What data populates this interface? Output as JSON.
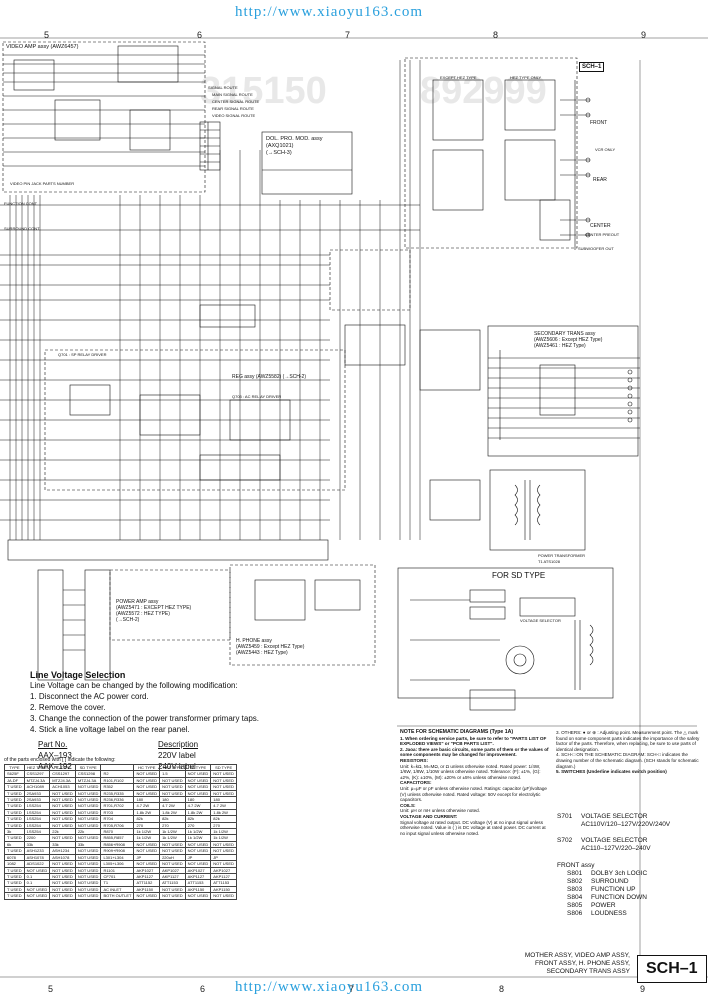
{
  "watermark": {
    "url": "http://www.xiaoyu163.com"
  },
  "grid_top": [
    "5",
    "6",
    "7",
    "8",
    "9"
  ],
  "grid_bottom": [
    "5",
    "6",
    "7",
    "8",
    "9"
  ],
  "sections": {
    "video_amp": "VIDEO AMP assy (AWZ6457)",
    "video_pin_jack": "VIDEO PIN JACK PARTS NUMBER",
    "function_cont": "FUNCTION CONT",
    "surround_cont": "SURROUND CONT",
    "signal_route": {
      "title": "SIGNAL ROUTE",
      "items": [
        "MAIN SIGNAL ROUTE",
        "CENTER SIGNAL ROUTE",
        "REAR SIGNAL ROUTE",
        "VIDEO SIGNAL ROUTE"
      ]
    },
    "dol_pro": {
      "line1": "DOL. PRO. MOD. assy",
      "line2": "(AXQ1021)",
      "line3": "(→SCH-3)"
    },
    "sch1_tag": "SCH–1",
    "speaker_labels": [
      "FRONT",
      "REAR",
      "CENTER",
      "SUBWOOFER OUT"
    ],
    "hez_labels": [
      "EXCEPT HEZ TYPE",
      "HEZ TYPE ONLY"
    ],
    "vcr_only": "VCR ONLY",
    "center_preout": "CENTER PREOUT",
    "sp_relay": "Q701 : SP RELAY DRIVER",
    "reg_assy": "REG assy (AWZ5582) (→SCH-2)",
    "ac_driver": "Q703 : AC REL AY DRIVER",
    "secondary_trans": {
      "line1": "SECONDARY TRANS assy",
      "line2": "(AWZ5606 : Except HEZ Type)",
      "line3": "(AWZ5461 : HEZ Type)"
    },
    "power_transformer": {
      "line1": "POWER TRANSFORMER",
      "line2": "T1 ATS1028"
    },
    "for_sd_type": "FOR SD TYPE",
    "voltage_selector": "VOLTAGE SELECTOR",
    "power_amp": {
      "line1": "POWER AMP assy",
      "line2": "(AWZ5471 : EXCEPT HEZ TYPE)",
      "line3": "(AWZ5572 : HEZ TYPE)",
      "line4": "(→SCH-2)"
    },
    "h_phone": {
      "line1": "H. PHONE assy",
      "line2": "(AWZ5459 : Except HEZ Type)",
      "line3": "(AWZ5443 : HEZ Type)"
    }
  },
  "line_voltage": {
    "title": "Line Voltage Selection",
    "intro": "Line Voltage can be changed by the following modification:",
    "steps": [
      "1. Disconnect the AC power cord.",
      "2. Remove the cover.",
      "3. Change the connection of the power transformer primary taps.",
      "4. Stick a line voltage label on the rear panel."
    ],
    "col_part": "Part No.",
    "col_desc": "Description",
    "rows": [
      {
        "part": "AAX–193",
        "desc": "220V label"
      },
      {
        "part": "AAX–192",
        "desc": "240V label"
      }
    ]
  },
  "parts_caption": "of the parts enclosed with [  ] indicate the following:",
  "parts_headers": [
    "TYPE",
    "HEZ TYPE",
    "HL TYPE",
    "SD TYPE",
    "",
    "HC TYPE",
    "HEZ TYPE",
    "HL TYPE",
    "SD TYPE"
  ],
  "parts_rows": [
    [
      "S625F",
      "CSS1297",
      "CSS1297",
      "CSS1298",
      "R2",
      "NOT USED",
      "1.5",
      "NOT USED",
      "NOT USED"
    ],
    [
      "JA.DF",
      "MTZJ4.3A",
      "MTZJ4.3A",
      "MTZJ4.3A",
      "R101,R102",
      "NOT USED",
      "NOT USED",
      "NOT USED",
      "NOT USED"
    ],
    [
      "T USED",
      "ACH1089",
      "ACH1053",
      "NOT USED",
      "R352",
      "NOT USED",
      "NOT USED",
      "NOT USED",
      "NOT USED"
    ],
    [
      "T USED",
      "2SA933",
      "NOT USED",
      "NOT USED",
      "R235,R335",
      "NOT USED",
      "NOT USED",
      "NOT USED",
      "NOT USED"
    ],
    [
      "T USED",
      "2SA933",
      "NOT USED",
      "NOT USED",
      "R236,R336",
      "180",
      "180",
      "180",
      "180"
    ],
    [
      "T USED",
      "1SS254",
      "NOT USED",
      "NOT USED",
      "R701,R702",
      "4.7 2W",
      "4.7 2W",
      "4.7 2W",
      "4.7 2W"
    ],
    [
      "T USED",
      "1SS254",
      "NOT USED",
      "NOT USED",
      "R703",
      "1.8k 2W",
      "1.8k 2W",
      "1.8k 2W",
      "1.8k 2W"
    ],
    [
      "T USED",
      "1SS254",
      "NOT USED",
      "NOT USED",
      "R704",
      "82k",
      "82k",
      "82k",
      "82k"
    ],
    [
      "T USED",
      "1SS254",
      "NOT USED",
      "NOT USED",
      "R705,R706",
      "270",
      "270",
      "270",
      "270"
    ],
    [
      "3k",
      "1SS254",
      "22k",
      "22k",
      "R870",
      "1k 1/2W",
      "1k 1/2W",
      "1k 1/2W",
      "1k 1/2W"
    ],
    [
      "T USED",
      "2200",
      "NOT USED",
      "NOT USED",
      "R855,R857",
      "1k 1/2W",
      "1k 1/2W",
      "1k 1/2W",
      "1k 1/2W"
    ],
    [
      "6k",
      "33k",
      "33k",
      "33k",
      "R856+R908",
      "NOT USED",
      "NOT USED",
      "NOT USED",
      "NOT USED"
    ],
    [
      "T USED",
      "ASH1233",
      "ASH1234",
      "NOT USED",
      "R909+R908",
      "NOT USED",
      "NOT USED",
      "NOT USED",
      "NOT USED"
    ],
    [
      "6078",
      "ASH1078",
      "ASH1078",
      "NOT USED",
      "L301+L304",
      "JP",
      "220uH",
      "JP",
      "JP"
    ],
    [
      "1082",
      "ADS1022",
      "NOT USED",
      "NOT USED",
      "L305+L306",
      "NOT USED",
      "NOT USED",
      "NOT USED",
      "NOT USED"
    ],
    [
      "T USED",
      "NOT USED",
      "NOT USED",
      "NOT USED",
      "R1101",
      "AKP1027",
      "AKP1027",
      "AKP1027",
      "AKP1027"
    ],
    [
      "T USED",
      "0.1",
      "NOT USED",
      "NOT USED",
      "CF701",
      "AKP1127",
      "AKP1127",
      "AKP1127",
      "AKP1127"
    ],
    [
      "T USED",
      "0.1",
      "NOT USED",
      "NOT USED",
      "T1",
      "ATT1152",
      "ATT1153",
      "ATT1153",
      "ATT1153"
    ],
    [
      "T USED",
      "NOT USED",
      "NOT USED",
      "NOT USED",
      "AC INLET",
      "AKP1150",
      "NOT USED",
      "AKP1150",
      "AKP1150"
    ],
    [
      "T USED",
      "NOT USED",
      "NOT USED",
      "NOT USED",
      "BOTH OUTLET",
      "NOT USED",
      "NOT USED",
      "NOT USED",
      "NOT USED"
    ]
  ],
  "notes": {
    "title": "NOTE FOR SCHEMATIC DIAGRAMS",
    "type_tag": "(Type 1A)",
    "n1": "1. When ordering service parts, be sure to refer to \"PARTS LIST OF EXPLODED VIEWS\" or \"PCB PARTS LIST\".",
    "n2": "2. Jaoa: there are basic circuits, some parts of them or the values of some components may be changed for improvement.",
    "resistors_title": "RESISTORS:",
    "resistors": "Unit: k=kΩ, M=MΩ, or Ω unless otherwise noted. Rated power: 1/4W, 1/6W, 1/8W, 1/10W unless otherwise noted. Tolerance: (F): ±1%, (G): ±2%, (K): ±10%, (M): ±20% or ±5% unless otherwise noted.",
    "capacitors_title": "CAPACITORS:",
    "capacitors": "Unit: μ=μF or pF unless otherwise noted. Ratings: capacitor (μF)/voltage (V) unless otherwise noted. Rated voltage: 50V except for electrolytic capacitors.",
    "coils_title": "COILS:",
    "coils": "Unit: μH or mH unless otherwise noted.",
    "voltage_title": "VOLTAGE AND CURRENT:",
    "voltage": "Signal voltage at rated output. DC voltage (V) at no input signal unless otherwise noted. Value in ( ) is DC voltage at rated power. DC current at no input signal unless otherwise noted.",
    "n3": "3. OTHERS: ● or ⊕ : Adjusting point. Measurement point. The △ mark found on some component parts indicates the importance of the safety factor of the parts. Therefore, when replacing, be sure to use parts of identical designation.",
    "n4": "4. SCH-□ ON THE SCHEMATIC DIAGRAM: SCH-□ indicates the drawing number of the schematic diagram. (SCH stands for schematic diagram.)",
    "n5": "5. SWITCHES (Underline indicates switch position)"
  },
  "switches": [
    {
      "id": "S701",
      "name": "VOLTAGE SELECTOR",
      "detail": "AC110V/120–127V/220V/240V"
    },
    {
      "id": "S702",
      "name": "VOLTAGE SELECTOR",
      "detail": "AC110–127V/220–240V"
    }
  ],
  "front_assy": {
    "title": "FRONT assy",
    "items": [
      {
        "id": "S801",
        "name": "DOLBY 3ch LOGIC"
      },
      {
        "id": "S802",
        "name": "SURROUND"
      },
      {
        "id": "S803",
        "name": "FUNCTION UP"
      },
      {
        "id": "S804",
        "name": "FUNCTION DOWN"
      },
      {
        "id": "S805",
        "name": "POWER"
      },
      {
        "id": "S806",
        "name": "LOUDNESS"
      }
    ]
  },
  "footer": {
    "lines": [
      "MOTHER ASSY, VIDEO AMP ASSY,",
      "FRONT ASSY, H. PHONE ASSY,",
      "SECONDARY TRANS ASSY"
    ],
    "sch": "SCH–1"
  }
}
